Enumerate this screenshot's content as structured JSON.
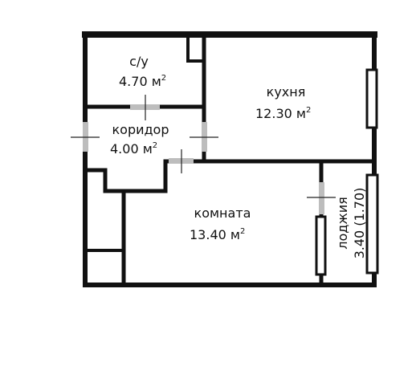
{
  "units": {
    "area_unit": "м",
    "area_power": "2"
  },
  "rooms": [
    {
      "id": "bathroom",
      "name": "с/у",
      "area": "4.70"
    },
    {
      "id": "corridor",
      "name": "коридор",
      "area": "4.00"
    },
    {
      "id": "kitchen",
      "name": "кухня",
      "area": "12.30"
    },
    {
      "id": "living",
      "name": "комната",
      "area": "13.40"
    },
    {
      "id": "loggia",
      "name": "лоджия",
      "area": "3.40 (1.70)"
    }
  ]
}
